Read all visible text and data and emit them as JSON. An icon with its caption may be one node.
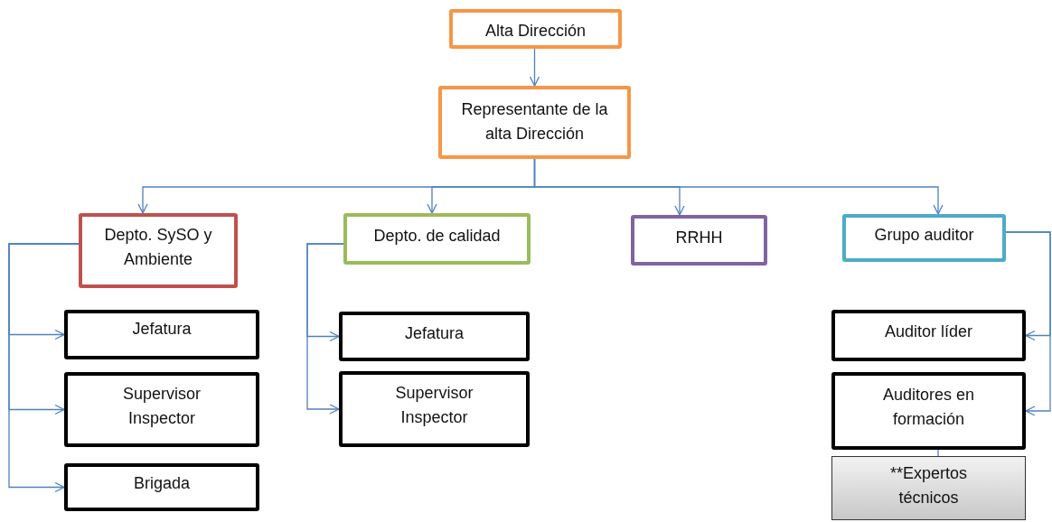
{
  "diagram": {
    "nodes": [
      {
        "text": [
          "Alta Dirección"
        ]
      },
      {
        "text": [
          "Representante de la alta Dirección"
        ]
      },
      {
        "text": [
          "Depto. SySO y Ambiente"
        ]
      },
      {
        "text": [
          "Depto. de calidad"
        ]
      },
      {
        "text": [
          "RRHH"
        ]
      },
      {
        "text": [
          "Grupo auditor"
        ]
      },
      {
        "text": [
          "Jefatura"
        ]
      },
      {
        "text": [
          "Supervisor Inspector"
        ]
      },
      {
        "text": [
          "Brigada"
        ]
      },
      {
        "text": [
          "Jefatura"
        ]
      },
      {
        "text": [
          "Supervisor Inspector"
        ]
      },
      {
        "text": [
          "Auditor líder"
        ]
      },
      {
        "text": [
          "Auditores en formación"
        ]
      },
      {
        "text": [
          "**Expertos técnicos"
        ]
      }
    ],
    "edges": [
      {
        "from": 0,
        "to": 1,
        "arrow": "to"
      },
      {
        "from": 1,
        "to": 2,
        "arrow": "to"
      },
      {
        "from": 1,
        "to": 3,
        "arrow": "to"
      },
      {
        "from": 1,
        "to": 4,
        "arrow": "to"
      },
      {
        "from": 1,
        "to": 5,
        "arrow": "to"
      },
      {
        "from": 2,
        "to": 6,
        "arrow": "to"
      },
      {
        "from": 2,
        "to": 7,
        "arrow": "to"
      },
      {
        "from": 2,
        "to": 8,
        "arrow": "to"
      },
      {
        "from": 3,
        "to": 9,
        "arrow": "to"
      },
      {
        "from": 3,
        "to": 10,
        "arrow": "to"
      },
      {
        "from": 5,
        "to": 11,
        "arrow": "to"
      },
      {
        "from": 5,
        "to": 12,
        "arrow": "to"
      },
      {
        "from": 12,
        "to": 13,
        "arrow": "none"
      }
    ]
  }
}
